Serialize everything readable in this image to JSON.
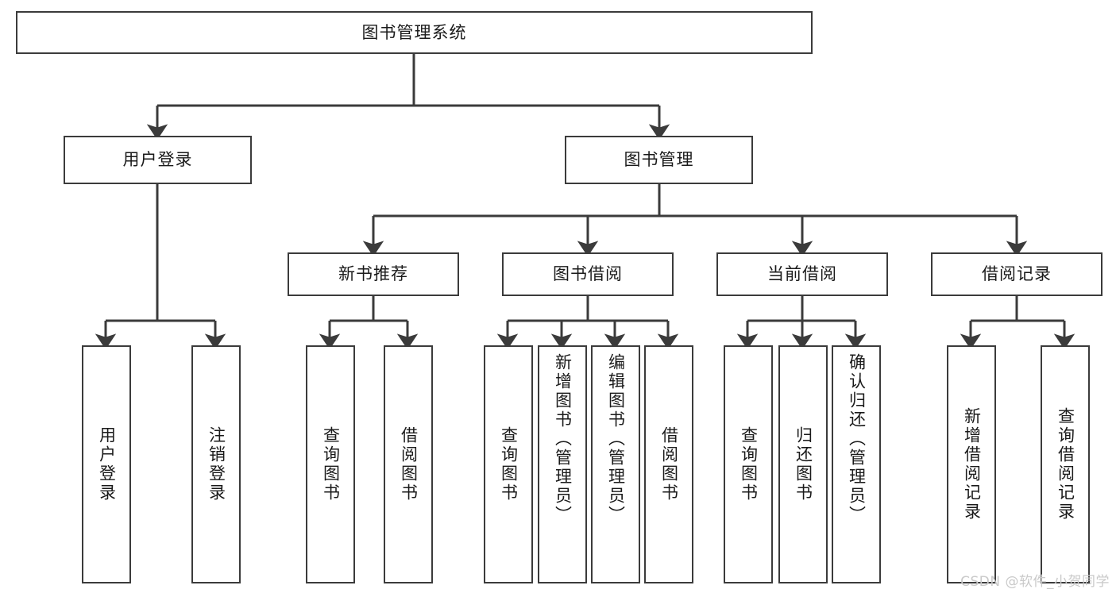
{
  "diagram": {
    "type": "tree-hierarchy",
    "title": "图书管理系统",
    "colors": {
      "box_border": "#3b3b3b",
      "box_fill": "#ffffff",
      "connector": "#3b3b3b",
      "text": "#1a1a1a",
      "watermark": "#c9c9c9",
      "background": "#ffffff"
    },
    "root": {
      "label": "图书管理系统"
    },
    "level2": [
      {
        "label": "用户登录"
      },
      {
        "label": "图书管理"
      }
    ],
    "level3": [
      {
        "label": "新书推荐"
      },
      {
        "label": "图书借阅"
      },
      {
        "label": "当前借阅"
      },
      {
        "label": "借阅记录"
      }
    ],
    "leaves_user_login": [
      {
        "label": "用户登录"
      },
      {
        "label": "注销登录"
      }
    ],
    "leaves_new_book": [
      {
        "label": "查询图书"
      },
      {
        "label": "借阅图书"
      }
    ],
    "leaves_borrow": [
      {
        "label": "查询图书"
      },
      {
        "label": "新增图书（管理员）"
      },
      {
        "label": "编辑图书（管理员）"
      },
      {
        "label": "借阅图书"
      }
    ],
    "leaves_current": [
      {
        "label": "查询图书"
      },
      {
        "label": "归还图书"
      },
      {
        "label": "确认归还（管理员）"
      }
    ],
    "leaves_records": [
      {
        "label": "新增借阅记录"
      },
      {
        "label": "查询借阅记录"
      }
    ]
  },
  "watermark": {
    "text": "CSDN @软件_小贺同学"
  }
}
